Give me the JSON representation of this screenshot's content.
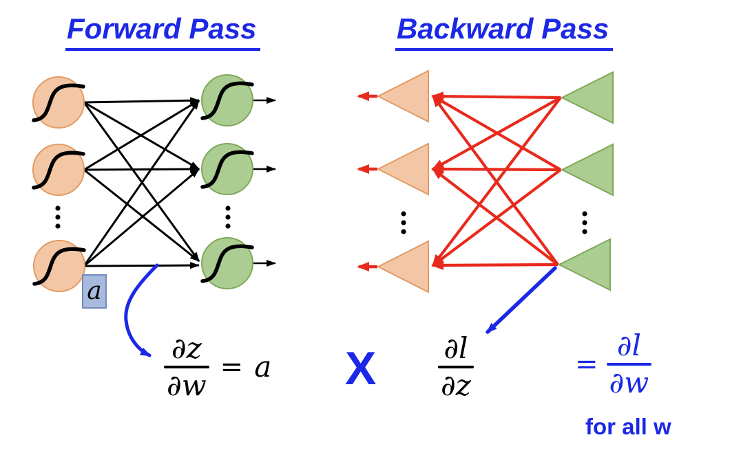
{
  "titles": {
    "forward": "Forward Pass",
    "backward": "Backward Pass"
  },
  "network": {
    "activation_label": "a",
    "forward_layer_nodes": 3,
    "backward_layer_nodes": 3,
    "ellipsis": "⋮"
  },
  "formulas": {
    "dzdw": {
      "num": "∂z",
      "den": "∂w",
      "eq": "=",
      "res": "a"
    },
    "multiply": "X",
    "dldz": {
      "num": "∂l",
      "den": "∂z"
    },
    "dldw": {
      "eq": "=",
      "num": "∂l",
      "den": "∂w"
    },
    "note": "for all w"
  },
  "colors": {
    "blue": "#1b28e6",
    "red": "#e82a1d",
    "black": "#000000",
    "orange_fill": "#f3c7a6",
    "orange_stroke": "#e39a63",
    "green_fill": "#abcd92",
    "green_stroke": "#7fa85a",
    "label_fill": "#a8bbde",
    "label_stroke": "#7589be"
  }
}
